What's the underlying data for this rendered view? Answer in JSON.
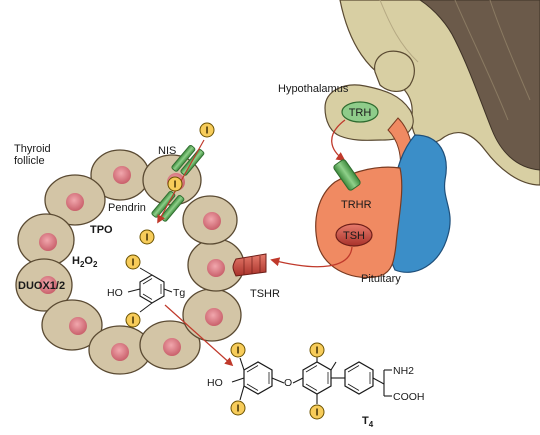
{
  "labels": {
    "hypothalamus": "Hypothalamus",
    "trh": "TRH",
    "trhr": "TRHR",
    "tsh": "TSH",
    "pituitary": "Pituitary",
    "tshr": "TSHR",
    "thyroid_follicle_line1": "Thyroid",
    "thyroid_follicle_line2": "follicle",
    "nis": "NIS",
    "pendrin": "Pendrin",
    "tpo": "TPO",
    "h2o2": "H",
    "h2o2_sub1": "2",
    "h2o2_mid": "O",
    "h2o2_sub2": "2",
    "duox": "DUOX1/2",
    "tg": "Tg",
    "ho_small": "HO",
    "ho_t4": "HO",
    "o_bridge": "O",
    "nh2": "NH2",
    "cooh": "COOH",
    "t4": "T",
    "t4_sub": "4",
    "iodine": "I"
  },
  "colors": {
    "cell_fill": "#d3c5a6",
    "cell_stroke": "#5a4a32",
    "nucleus": "#d2707a",
    "hypothalamus": "#d8cfa3",
    "anterior_pituitary": "#f08a62",
    "posterior_pituitary": "#3b8ec8",
    "transporter": "#5aaa5a",
    "tshr": "#c2463a",
    "iodine_fill": "#f7cc5a",
    "arrow": "#c0392b"
  }
}
